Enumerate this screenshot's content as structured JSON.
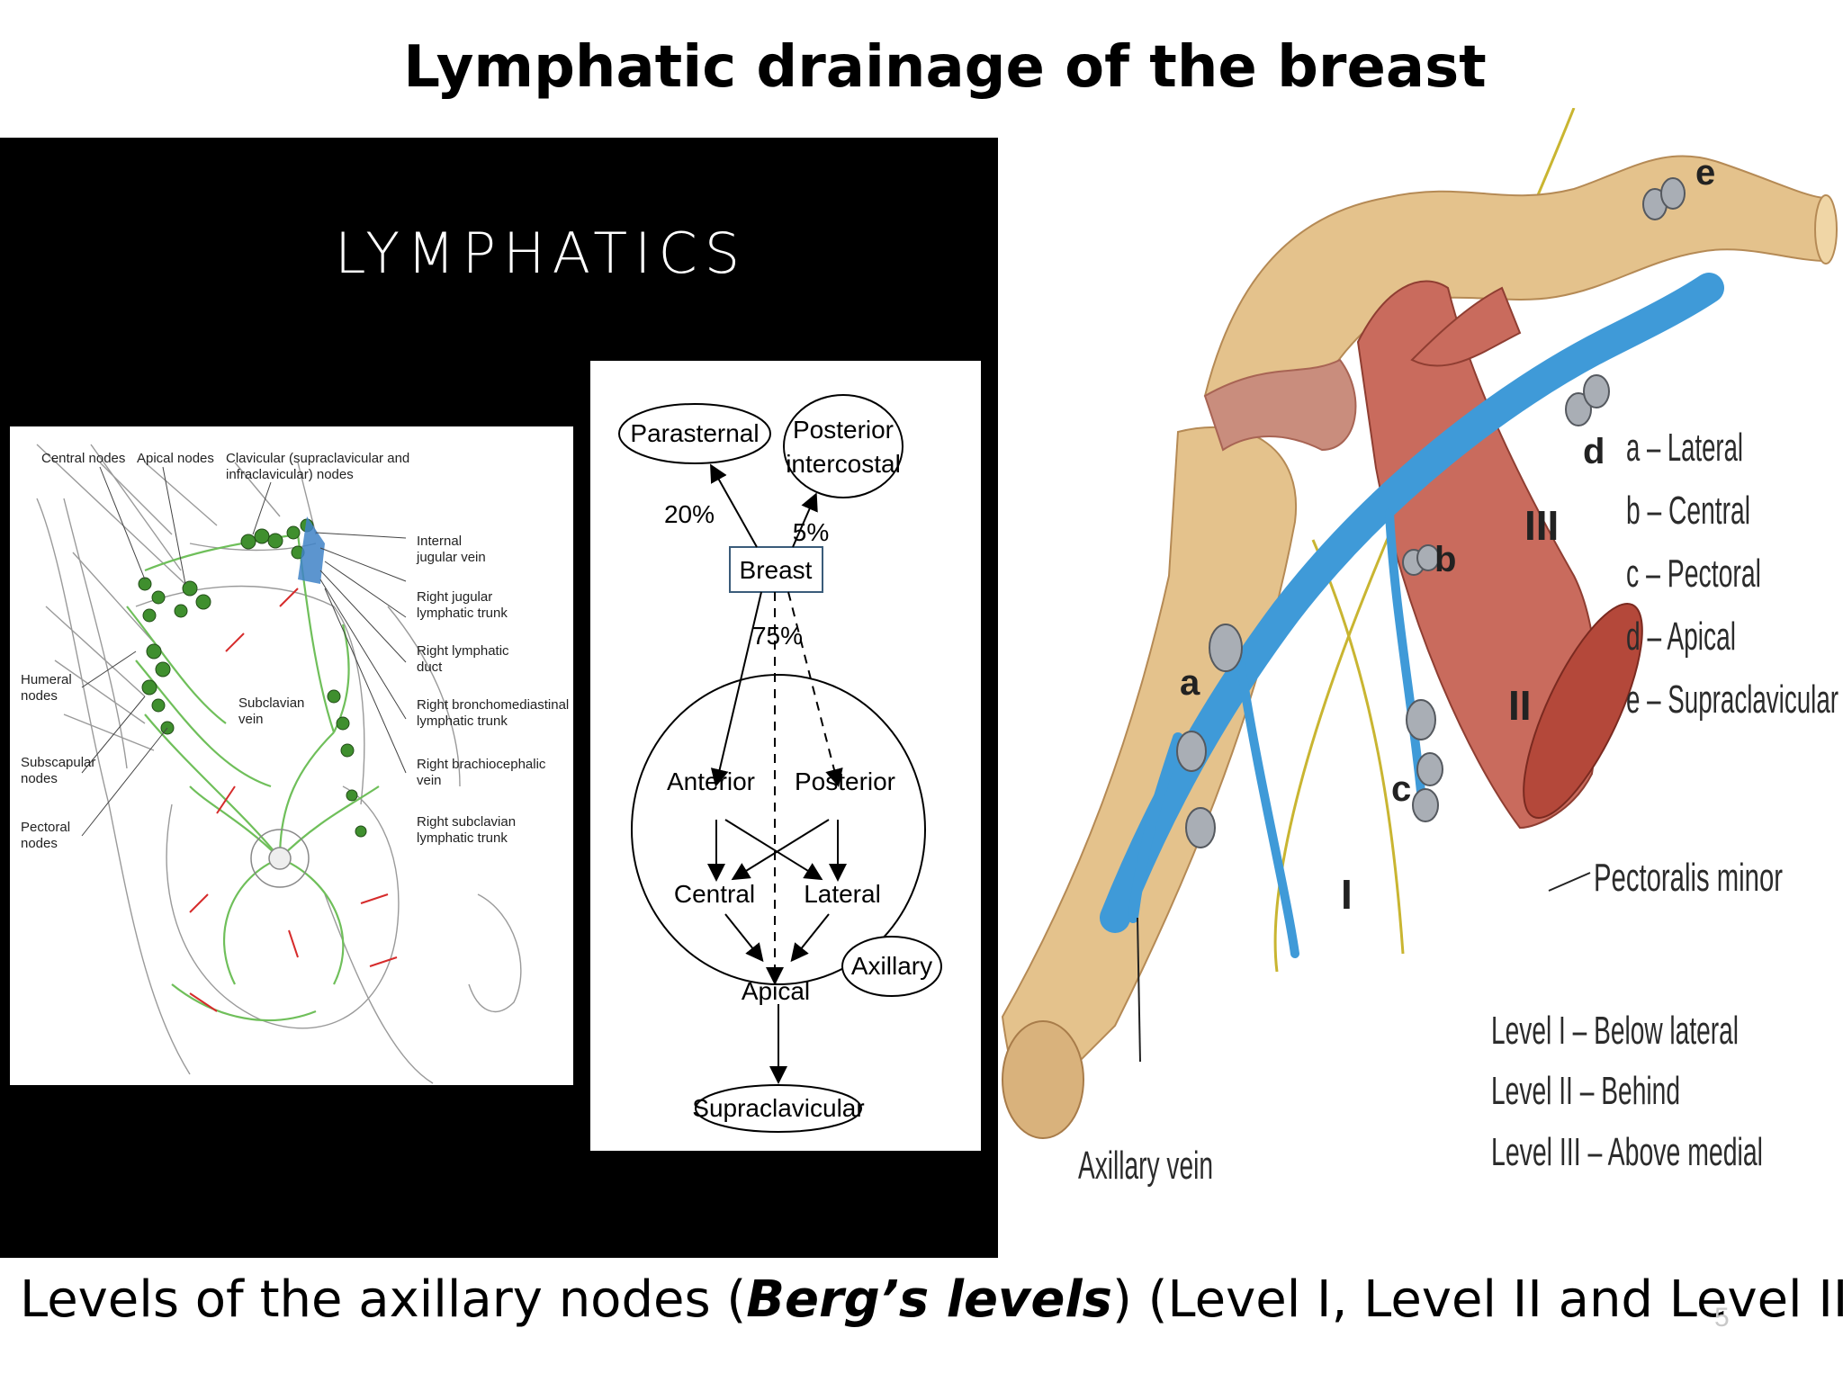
{
  "slide": {
    "title": "Lymphatic drainage of the breast",
    "caption_pre": "Levels of the axillary nodes (",
    "caption_bold": "Berg’s levels",
    "caption_post": ") (Level I, Level II and Level III)",
    "page_number": "5"
  },
  "lymphatics_panel": {
    "heading": "LYMPHATICS",
    "anatomy_labels": {
      "central_nodes": "Central nodes",
      "apical_nodes": "Apical nodes",
      "clavicular_1": "Clavicular (supraclavicular and",
      "clavicular_2": "infraclavicular) nodes",
      "internal_jugular_1": "Internal",
      "internal_jugular_2": "jugular vein",
      "right_jugular_1": "Right jugular",
      "right_jugular_2": "lymphatic trunk",
      "right_lymphatic_1": "Right lymphatic",
      "right_lymphatic_2": "duct",
      "bronchomed_1": "Right bronchomediastinal",
      "bronchomed_2": "lymphatic trunk",
      "brachioceph_1": "Right brachiocephalic",
      "brachioceph_2": "vein",
      "subclavian_trunk_1": "Right  subclavian",
      "subclavian_trunk_2": "lymphatic trunk",
      "humeral_1": "Humeral",
      "humeral_2": "nodes",
      "subclavian_vein_1": "Subclavian",
      "subclavian_vein_2": "vein",
      "subscapular_1": "Subscapular",
      "subscapular_2": "nodes",
      "pectoral_1": "Pectoral",
      "pectoral_2": "nodes"
    },
    "flowchart": {
      "parasternal": "Parasternal",
      "posterior_intercostal_1": "Posterior",
      "posterior_intercostal_2": "intercostal",
      "pct_20": "20%",
      "pct_5": "5%",
      "breast": "Breast",
      "pct_75": "75%",
      "anterior": "Anterior",
      "posterior": "Posterior",
      "central": "Central",
      "lateral": "Lateral",
      "apical": "Apical",
      "axillary": "Axillary",
      "supraclavicular": "Supraclavicular"
    }
  },
  "axilla_diagram": {
    "node_letters": [
      "a",
      "b",
      "c",
      "d",
      "e"
    ],
    "roman_levels": [
      "I",
      "II",
      "III"
    ],
    "legend": [
      "a – Lateral",
      "b – Central",
      "c – Pectoral",
      "d – Apical",
      "e – Supraclavicular"
    ],
    "pectoralis_minor": "Pectoralis minor",
    "axillary_vein": "Axillary vein",
    "level_descriptions": [
      "Level I – Below lateral",
      "Level II – Behind",
      "Level III – Above medial"
    ]
  }
}
